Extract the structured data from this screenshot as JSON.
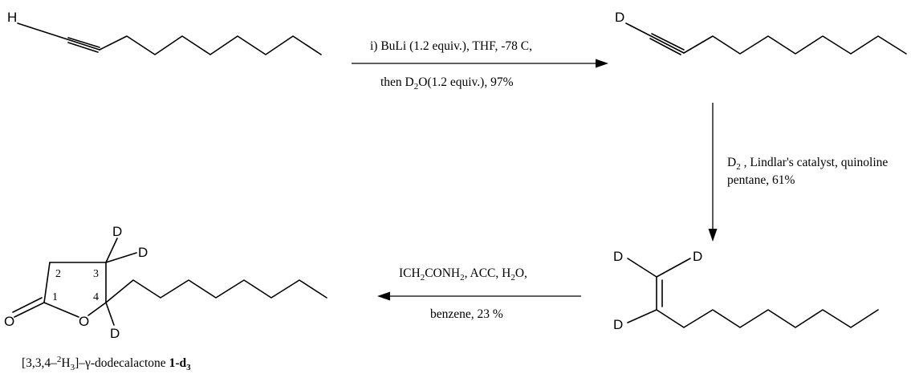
{
  "reaction1": {
    "line1": "i) BuLi (1.2 equiv.), THF, -78 C,",
    "line2_prefix": "then  D",
    "line2_sub": "2",
    "line2_suffix": "O(1.2 equiv.),  97%"
  },
  "reaction2": {
    "line1_prefix": "D",
    "line1_sub": "2",
    "line1_suffix": " , Lindlar's catalyst, quinoline",
    "line2": "pentane, 61%"
  },
  "reaction3": {
    "line1_a": "ICH",
    "line1_sub1": "2",
    "line1_b": "CONH",
    "line1_sub2": "2",
    "line1_c": ", ACC, H",
    "line1_sub3": "2",
    "line1_d": "O,",
    "line2": "benzene, 23 %"
  },
  "atoms": {
    "H": "H",
    "D": "D",
    "O": "O"
  },
  "ring_numbers": {
    "n1": "1",
    "n2": "2",
    "n3": "3",
    "n4": "4"
  },
  "product_label": {
    "prefix": "[3,3,4–",
    "sup": "2",
    "mid": "H",
    "sub": "3",
    "suffix": "]–γ-dodecalactone  ",
    "bold": "1-d",
    "bold_sub": "3"
  }
}
